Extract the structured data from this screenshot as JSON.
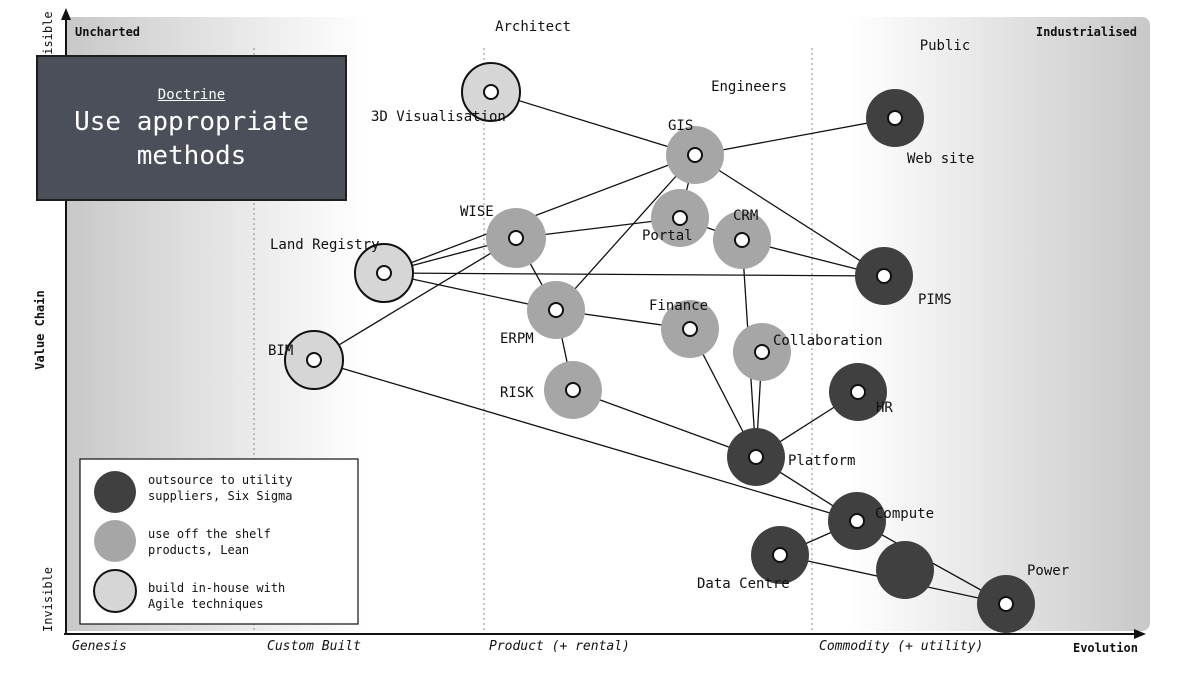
{
  "doctrine": {
    "label": "Doctrine",
    "text": "Use appropriate methods"
  },
  "axes": {
    "y_label": "Value Chain",
    "y_top": "Visible",
    "y_bottom": "Invisible",
    "x_label": "Evolution",
    "corner_left": "Uncharted",
    "corner_right": "Industrialised",
    "stages": [
      "Genesis",
      "Custom Built",
      "Product (+ rental)",
      "Commodity (+ utility)"
    ]
  },
  "legend": [
    {
      "style": "dark",
      "text": [
        "outsource to utility",
        "suppliers, Six Sigma"
      ]
    },
    {
      "style": "mid",
      "text": [
        "use off the shelf",
        "products, Lean"
      ]
    },
    {
      "style": "light",
      "text": [
        "build in-house with",
        "Agile techniques"
      ]
    }
  ],
  "colors": {
    "dark": "#404040",
    "mid": "#a6a6a6",
    "light": "#d6d6d6",
    "doctrine_bg": "#4b4f5a"
  },
  "components": [
    {
      "id": "architect",
      "name": "Architect",
      "kind": "user"
    },
    {
      "id": "visualisation",
      "name": "3D Visualisation",
      "kind": "light"
    },
    {
      "id": "engineers",
      "name": "Engineers",
      "kind": "user"
    },
    {
      "id": "gis",
      "name": "GIS",
      "kind": "mid"
    },
    {
      "id": "public",
      "name": "Public",
      "kind": "user"
    },
    {
      "id": "website",
      "name": "Web site",
      "kind": "dark"
    },
    {
      "id": "wise",
      "name": "WISE",
      "kind": "mid"
    },
    {
      "id": "portal",
      "name": "Portal",
      "kind": "mid"
    },
    {
      "id": "crm",
      "name": "CRM",
      "kind": "mid"
    },
    {
      "id": "landregistry",
      "name": "Land Registry",
      "kind": "light"
    },
    {
      "id": "pims",
      "name": "PIMS",
      "kind": "dark"
    },
    {
      "id": "erpm",
      "name": "ERPM",
      "kind": "mid"
    },
    {
      "id": "finance",
      "name": "Finance",
      "kind": "mid"
    },
    {
      "id": "collaboration",
      "name": "Collaboration",
      "kind": "mid"
    },
    {
      "id": "bim",
      "name": "BIM",
      "kind": "light"
    },
    {
      "id": "hr",
      "name": "HR",
      "kind": "dark"
    },
    {
      "id": "risk",
      "name": "RISK",
      "kind": "mid"
    },
    {
      "id": "platform",
      "name": "Platform",
      "kind": "dark"
    },
    {
      "id": "compute",
      "name": "Compute",
      "kind": "dark"
    },
    {
      "id": "datacentre",
      "name": "Data Centre",
      "kind": "dark"
    },
    {
      "id": "power",
      "name": "Power",
      "kind": "dark"
    }
  ],
  "links": [
    [
      "architect",
      "visualisation"
    ],
    [
      "engineers",
      "gis"
    ],
    [
      "public",
      "website"
    ],
    [
      "visualisation",
      "gis"
    ],
    [
      "gis",
      "website"
    ],
    [
      "gis",
      "portal"
    ],
    [
      "gis",
      "landregistry"
    ],
    [
      "gis",
      "erpm"
    ],
    [
      "gis",
      "pims"
    ],
    [
      "wise",
      "portal"
    ],
    [
      "wise",
      "bim"
    ],
    [
      "wise",
      "erpm"
    ],
    [
      "crm",
      "pims"
    ],
    [
      "crm",
      "platform"
    ],
    [
      "portal",
      "crm"
    ],
    [
      "landregistry",
      "pims"
    ],
    [
      "landregistry",
      "erpm"
    ],
    [
      "landregistry",
      "wise"
    ],
    [
      "erpm",
      "finance"
    ],
    [
      "erpm",
      "risk"
    ],
    [
      "finance",
      "platform"
    ],
    [
      "collaboration",
      "platform"
    ],
    [
      "risk",
      "platform"
    ],
    [
      "platform",
      "hr"
    ],
    [
      "platform",
      "compute"
    ],
    [
      "bim",
      "compute"
    ],
    [
      "compute",
      "datacentre"
    ],
    [
      "compute",
      "power"
    ],
    [
      "datacentre",
      "power"
    ]
  ]
}
